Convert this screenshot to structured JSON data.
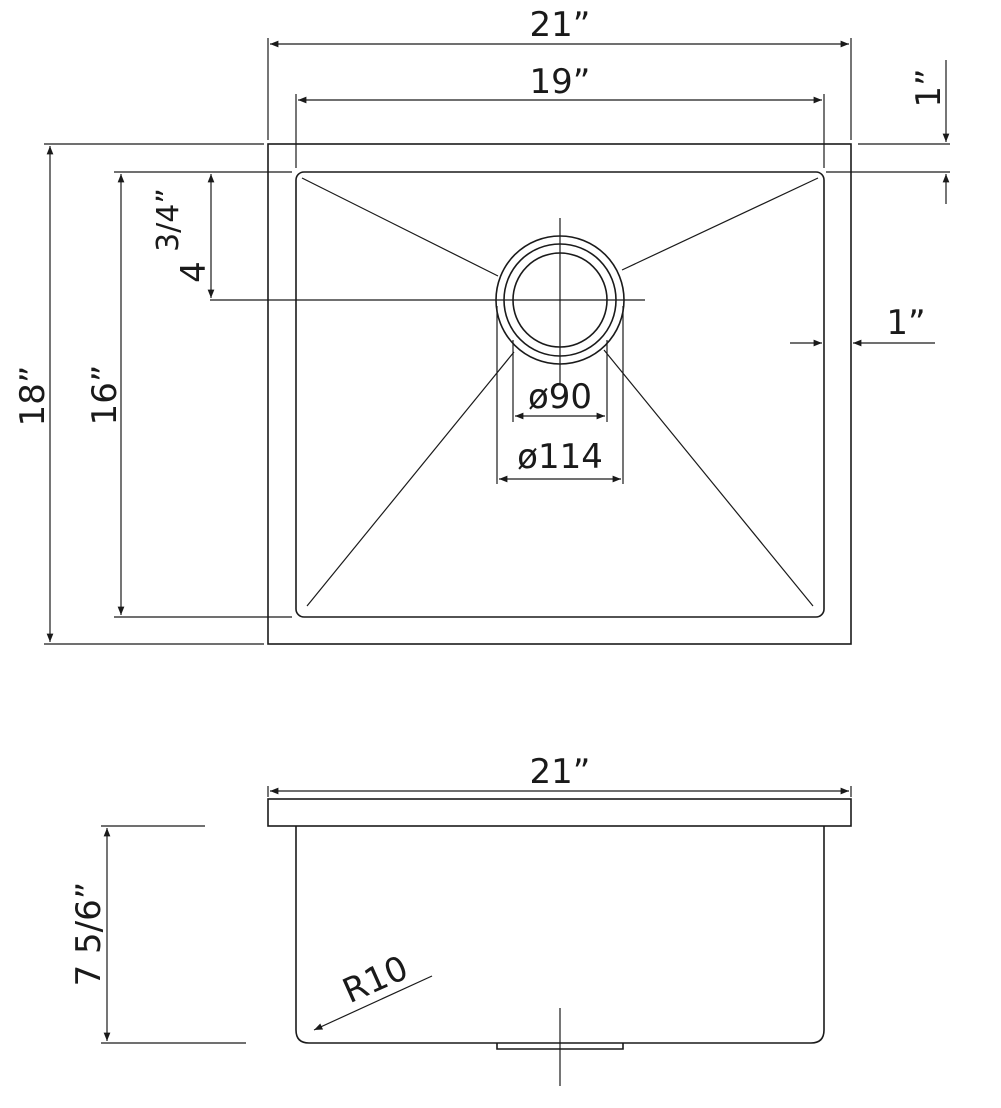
{
  "top_view": {
    "overall_width": "21”",
    "bowl_width": "19”",
    "flange_top": "1”",
    "overall_depth": "18”",
    "bowl_depth": "16”",
    "drain_offset_whole": "4",
    "drain_offset_fraction": "3/4”",
    "side_flange": "1”",
    "drain_inner_diameter": "ø90",
    "drain_outer_diameter": "ø114"
  },
  "side_view": {
    "overall_width": "21”",
    "height": "7 5/6”",
    "corner_radius": "R10"
  }
}
